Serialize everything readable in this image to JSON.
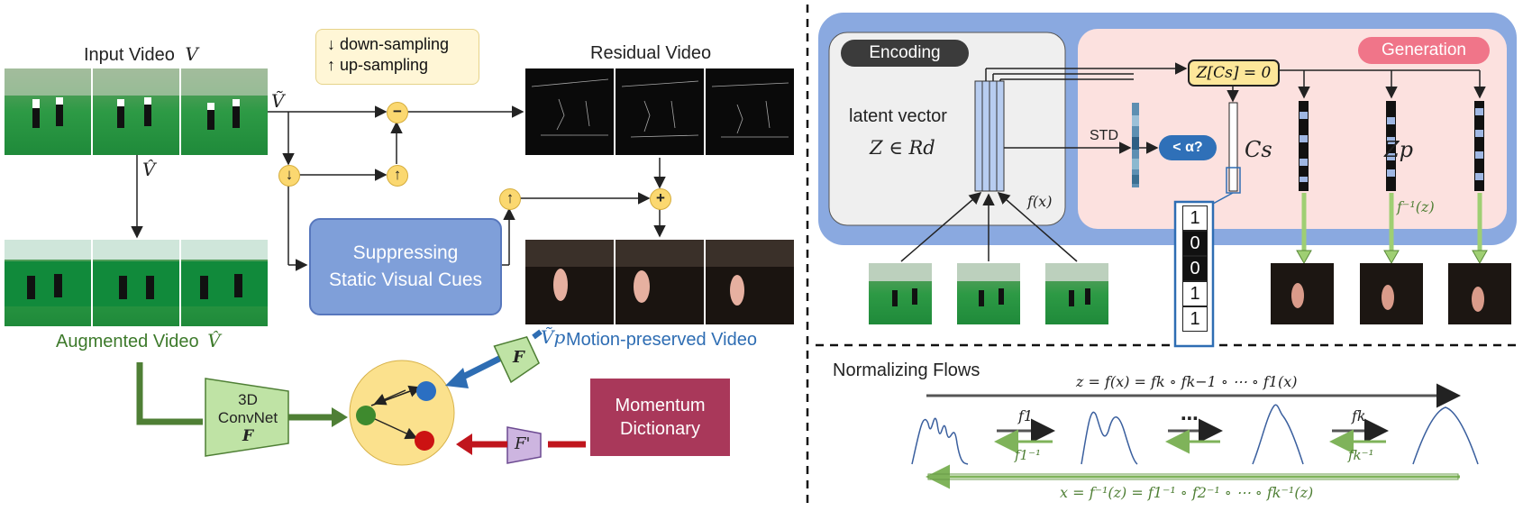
{
  "left": {
    "input_video_label": "Input Video",
    "input_video_symbol": "V",
    "v_tilde": "Ṽ",
    "v_hat": "V̂",
    "residual_video_label": "Residual Video",
    "augmented_video_label": "Augmented Video",
    "augmented_video_symbol": "V̂",
    "motion_symbol": "Ṽp",
    "motion_label": "Motion-preserved Video",
    "legend": {
      "down": "↓ down-sampling",
      "up": "↑ up-sampling"
    },
    "ops": {
      "minus": "−",
      "plus": "+",
      "down": "↓",
      "up": "↑"
    },
    "suppress_box": [
      "Suppressing",
      "Static Visual Cues"
    ],
    "convnet": [
      "3D",
      "ConvNet",
      "F"
    ],
    "encoder_f": "F",
    "encoder_fprime": "F'",
    "momentum_box": [
      "Momentum",
      "Dictionary"
    ]
  },
  "right": {
    "encoding_pill": "Encoding",
    "generation_pill": "Generation",
    "latent_label": "latent vector",
    "latent_math": "Z ∈ Rd",
    "fx": "f(x)",
    "std": "STD",
    "alpha_test": "< α?",
    "cs": "Cs",
    "zcs": "Z[Cs] = 0",
    "zp": "Zp",
    "finv": "f⁻¹(z)",
    "bits": [
      "1",
      "0",
      "0",
      "1",
      "1"
    ]
  },
  "flows": {
    "title": "Normalizing Flows",
    "top_eq": "z = f(x) = fk ∘ fk−1 ∘ ⋯ ∘ f1(x)",
    "bottom_eq": "x = f⁻¹(z) = f1⁻¹ ∘ f2⁻¹ ∘ ⋯ ∘ fk⁻¹(z)",
    "f1": "f1",
    "f1inv": "f1⁻¹",
    "fk": "fk",
    "fkinv": "fk⁻¹",
    "dots": "⋯"
  },
  "colors": {
    "green": "#4f7f35",
    "blue_arrow": "#2e6db3",
    "red_arrow": "#c0151d",
    "panel_blue": "#8aa9e0",
    "node_yellow": "#fbd870",
    "light_green": "#9fcf73",
    "momentum": "#a9385a"
  }
}
